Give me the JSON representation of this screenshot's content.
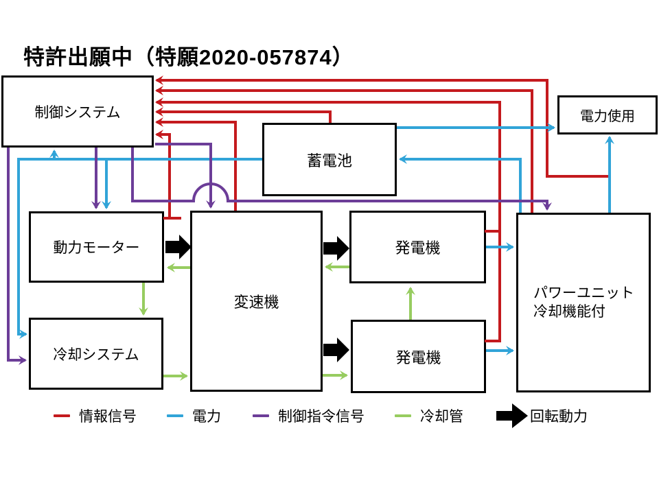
{
  "title": "特許出願中（特願2020-057874）",
  "colors": {
    "info_signal": "#C41A1E",
    "power": "#31A4D8",
    "control_command": "#6C3D98",
    "cooling_pipe": "#97CC60",
    "rotation_power": "#000000"
  },
  "boxes": {
    "control_system": {
      "label": "制御システム"
    },
    "battery": {
      "label": "蓄電池"
    },
    "power_use": {
      "label": "電力使用"
    },
    "motor": {
      "label": "動力モーター"
    },
    "transmission": {
      "label": "変速機"
    },
    "generator_top": {
      "label": "発電機"
    },
    "generator_bottom": {
      "label": "発電機"
    },
    "power_unit": {
      "label_line1": "パワーユニット",
      "label_line2": "冷却機能付"
    },
    "cooling_system": {
      "label": "冷却システム"
    }
  },
  "legend": {
    "info_signal": "情報信号",
    "power": "電力",
    "control_command": "制御指令信号",
    "cooling_pipe": "冷却管",
    "rotation_power": "回転動力"
  }
}
